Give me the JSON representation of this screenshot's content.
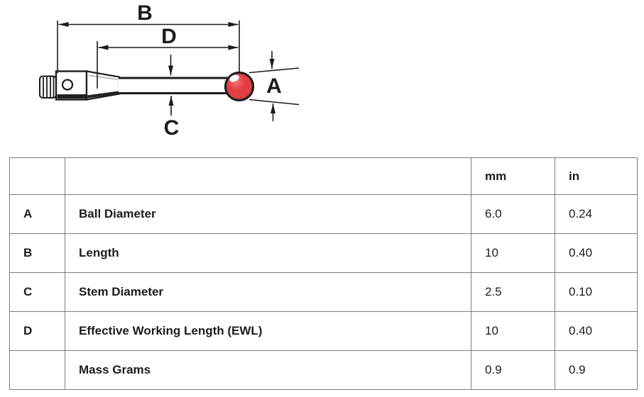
{
  "diagram": {
    "labels": {
      "a": "A",
      "b": "B",
      "c": "C",
      "d": "D"
    },
    "ball_color": "#e43a3e",
    "line_color": "#1c1c1c"
  },
  "table": {
    "headers": {
      "letter": "",
      "description": "",
      "mm": "mm",
      "in": "in"
    },
    "rows": [
      {
        "letter": "A",
        "description": "Ball Diameter",
        "mm": "6.0",
        "in": "0.24"
      },
      {
        "letter": "B",
        "description": "Length",
        "mm": "10",
        "in": "0.40"
      },
      {
        "letter": "C",
        "description": "Stem Diameter",
        "mm": "2.5",
        "in": "0.10"
      },
      {
        "letter": "D",
        "description": "Effective Working Length (EWL)",
        "mm": "10",
        "in": "0.40"
      },
      {
        "letter": "",
        "description": "Mass Grams",
        "mm": "0.9",
        "in": "0.9"
      }
    ]
  }
}
